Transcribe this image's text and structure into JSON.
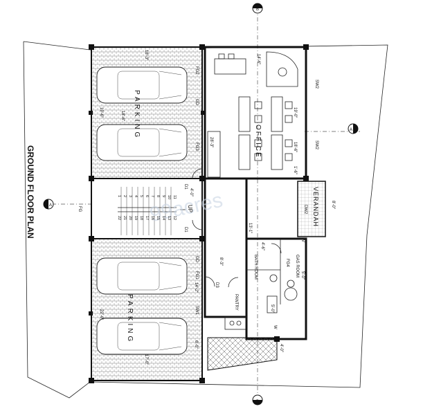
{
  "title": "GROUND FLOOR PLAN",
  "watermark": "99acres",
  "rooms": {
    "parking_top": {
      "label": "PARKING",
      "d1": "18'-3\"",
      "d2": "19'-6\"",
      "d3": "18'-6\"",
      "d4": "28'-3\""
    },
    "parking_bottom": {
      "label": "PARKING",
      "d1": "22'-0\"",
      "d2": "17'-0\"",
      "d3": "14'-2\"",
      "d4": "6'-0\""
    },
    "office": {
      "label": "OFFICE",
      "d1": "14'-6\"",
      "d2": "19'-0\"",
      "d3": "18'-6\"",
      "d4": "1'-6\""
    },
    "verandah": {
      "label": "VERANDAH",
      "d1": "8'-0\""
    },
    "bath": {
      "label": "BATH ROOM",
      "d1": "4'-6\""
    },
    "gas": {
      "label": "GAS ROOM",
      "d1": "5'-0\""
    },
    "pantry": {
      "label": "PANTRY",
      "d1": "8'-3\"",
      "d2": "5'-0\""
    },
    "misc": {
      "d1": "13'-1\"",
      "d2": "4'-0\"",
      "d3": "4'-0\""
    }
  },
  "stair": {
    "up_label": "UP",
    "steps_top": [
      "1",
      "2",
      "3",
      "4",
      "5",
      "6",
      "7",
      "8",
      "9",
      "10",
      "11"
    ],
    "steps_bot": [
      "12",
      "13",
      "14",
      "15",
      "16",
      "17",
      "18",
      "19",
      "20",
      "21",
      "22"
    ]
  },
  "tags": {
    "d1a": "D1",
    "d1b": "D1",
    "d3": "D3",
    "fg1": "FG1",
    "fg2": "FG2",
    "fg3": "FG3",
    "fg4": "FG4",
    "gd": "GD",
    "gd2": "GD",
    "sw1": "SW1",
    "sw2a": "SW2",
    "sw2b": "SW2",
    "dw2": "DW2",
    "fg": "FG",
    "v": "V",
    "w": "W"
  },
  "sections": {
    "b": "B",
    "a": "A"
  }
}
